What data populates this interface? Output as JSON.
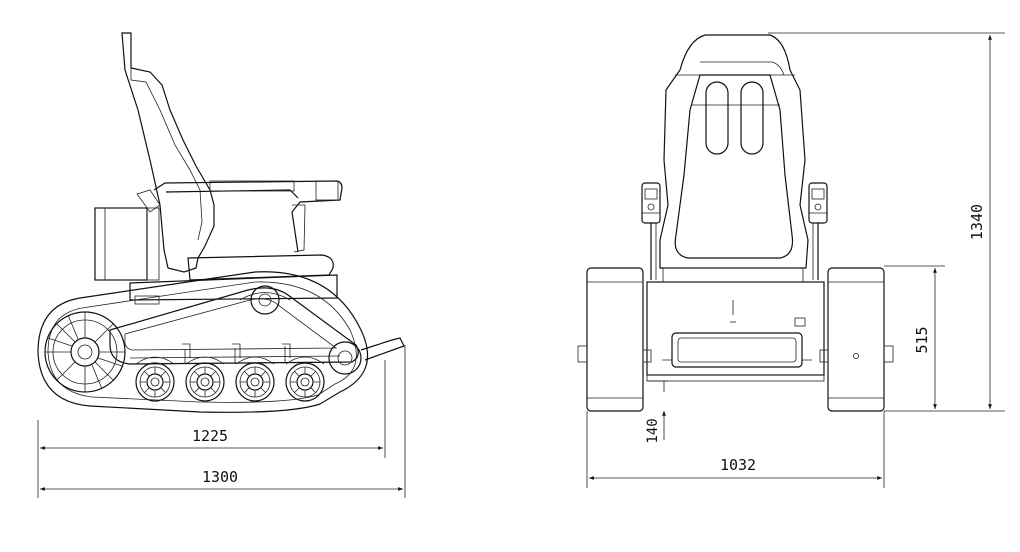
{
  "dimensions": {
    "side_track_length": "1225",
    "side_overall_length": "1300",
    "front_overall_width": "1032",
    "front_ground_clearance": "140",
    "front_track_height": "515",
    "front_overall_height": "1340"
  }
}
